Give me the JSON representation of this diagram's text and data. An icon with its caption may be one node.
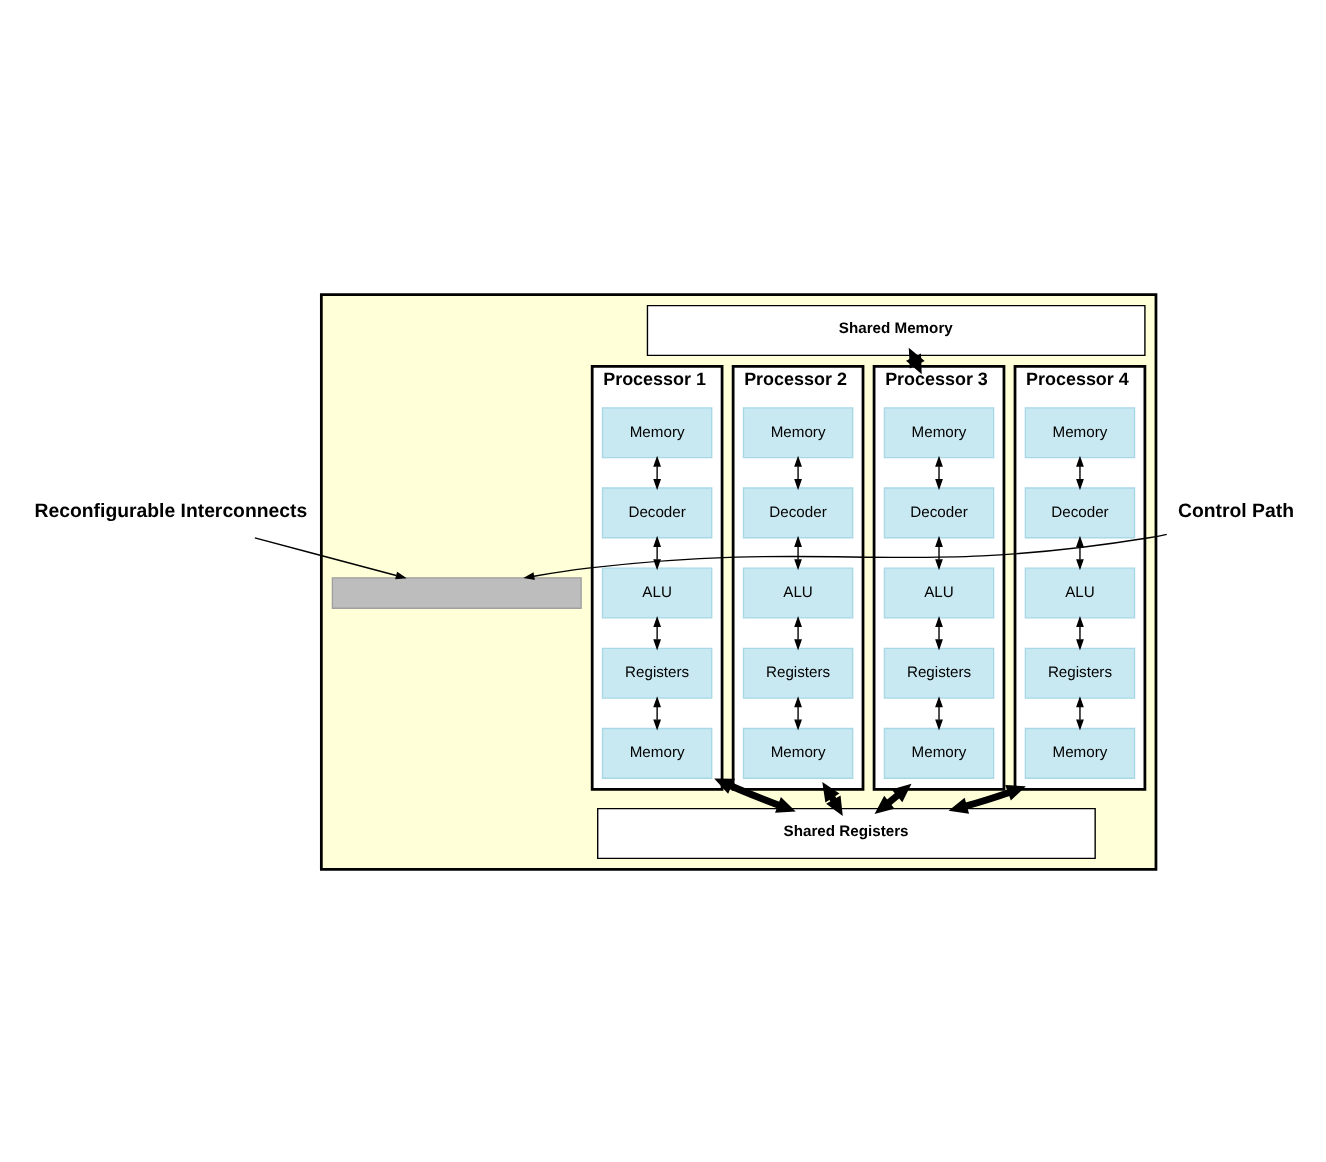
{
  "diagram": {
    "nodes": [
      {
        "text": [],
        "shape": "box"
      },
      {
        "text": [
          "Shared Memory"
        ],
        "in": 0
      },
      {
        "text": [
          "Processor 1"
        ],
        "in": 0
      },
      {
        "text": [
          "Memory"
        ],
        "in": 2
      },
      {
        "text": [
          "Decoder"
        ],
        "in": 2
      },
      {
        "text": [
          "ALU"
        ],
        "in": 2
      },
      {
        "text": [
          "Registers"
        ],
        "in": 2
      },
      {
        "text": [
          "Memory"
        ],
        "in": 2
      },
      {
        "text": [
          "Processor 2"
        ],
        "in": 0
      },
      {
        "text": [
          "Memory"
        ],
        "in": 8
      },
      {
        "text": [
          "Decoder"
        ],
        "in": 8
      },
      {
        "text": [
          "ALU"
        ],
        "in": 8
      },
      {
        "text": [
          "Registers"
        ],
        "in": 8
      },
      {
        "text": [
          "Memory"
        ],
        "in": 8
      },
      {
        "text": [
          "Processor 3"
        ],
        "in": 0
      },
      {
        "text": [
          "Memory"
        ],
        "in": 14
      },
      {
        "text": [
          "Decoder"
        ],
        "in": 14
      },
      {
        "text": [
          "ALU"
        ],
        "in": 14
      },
      {
        "text": [
          "Registers"
        ],
        "in": 14
      },
      {
        "text": [
          "Memory"
        ],
        "in": 14
      },
      {
        "text": [
          "Processor 4"
        ],
        "in": 0
      },
      {
        "text": [
          "Memory"
        ],
        "in": 20
      },
      {
        "text": [
          "Decoder"
        ],
        "in": 20
      },
      {
        "text": [
          "ALU"
        ],
        "in": 20
      },
      {
        "text": [
          "Registers"
        ],
        "in": 20
      },
      {
        "text": [
          "Memory"
        ],
        "in": 20
      },
      {
        "text": [],
        "shape": "bar",
        "in": 0
      },
      {
        "text": [
          "Shared Registers"
        ],
        "in": 0
      },
      {
        "text": [
          "Reconfigurable Interconnects"
        ]
      },
      {
        "text": [
          "Control Path"
        ]
      }
    ],
    "edges": [
      {
        "from": 1,
        "to": 14,
        "arrow": "both",
        "style": "thick"
      },
      {
        "from": 3,
        "to": 4,
        "arrow": "both"
      },
      {
        "from": 4,
        "to": 5,
        "arrow": "both"
      },
      {
        "from": 5,
        "to": 6,
        "arrow": "both"
      },
      {
        "from": 6,
        "to": 7,
        "arrow": "both"
      },
      {
        "from": 9,
        "to": 10,
        "arrow": "both"
      },
      {
        "from": 10,
        "to": 11,
        "arrow": "both"
      },
      {
        "from": 11,
        "to": 12,
        "arrow": "both"
      },
      {
        "from": 12,
        "to": 13,
        "arrow": "both"
      },
      {
        "from": 15,
        "to": 16,
        "arrow": "both"
      },
      {
        "from": 16,
        "to": 17,
        "arrow": "both"
      },
      {
        "from": 17,
        "to": 18,
        "arrow": "both"
      },
      {
        "from": 18,
        "to": 19,
        "arrow": "both"
      },
      {
        "from": 21,
        "to": 22,
        "arrow": "both"
      },
      {
        "from": 22,
        "to": 23,
        "arrow": "both"
      },
      {
        "from": 23,
        "to": 24,
        "arrow": "both"
      },
      {
        "from": 24,
        "to": 25,
        "arrow": "both"
      },
      {
        "from": 2,
        "to": 27,
        "arrow": "both",
        "style": "thick"
      },
      {
        "from": 8,
        "to": 27,
        "arrow": "both",
        "style": "thick"
      },
      {
        "from": 14,
        "to": 27,
        "arrow": "both",
        "style": "thick"
      },
      {
        "from": 20,
        "to": 27,
        "arrow": "both",
        "style": "thick"
      },
      {
        "from": 28,
        "to": 26,
        "arrow": "to"
      },
      {
        "from": 29,
        "to": 26,
        "arrow": "to"
      }
    ]
  }
}
